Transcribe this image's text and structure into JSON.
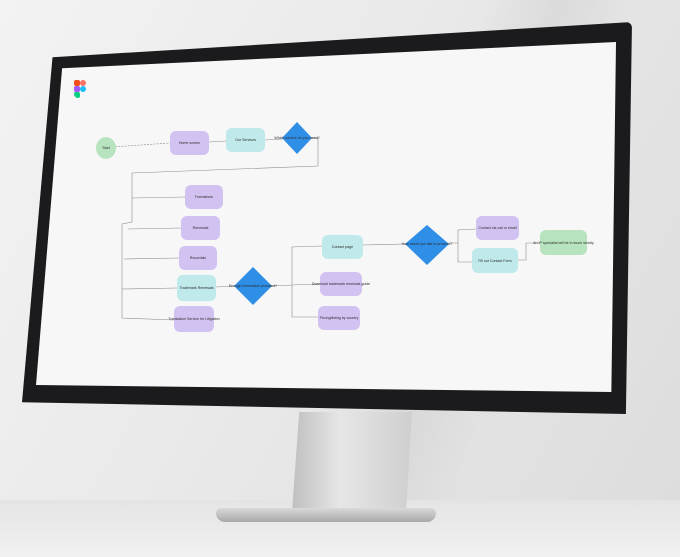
{
  "colors": {
    "green": "#b7e4bf",
    "purple": "#d2c2f2",
    "cyan": "#bfe9ea",
    "blue": "#2f8ee6",
    "line": "#8a8a8a"
  },
  "app_icon": "figma-logo-icon",
  "nodes": {
    "start": "Start",
    "home_screen": "Home screen",
    "our_services": "Our Services",
    "decision_1": "Which service do you need?",
    "formations": "Formations",
    "renewals": "Renewals",
    "recordals": "Recordals",
    "trademark_renewals": "Trademark Renewals",
    "translation_service": "Translation Service for Litigation",
    "decision_2": "Enough information provided?",
    "contact_page": "Contact page",
    "download_guide": "Download trademark renewals guide",
    "pricing": "Pricing/listing by country",
    "decision_3": "How would you like to proceed?",
    "contact_call": "Contact via call or email",
    "fill_contact_form": "Fill out Contact Form",
    "ip_specialist": "An IP specialist will be in touch shortly"
  }
}
